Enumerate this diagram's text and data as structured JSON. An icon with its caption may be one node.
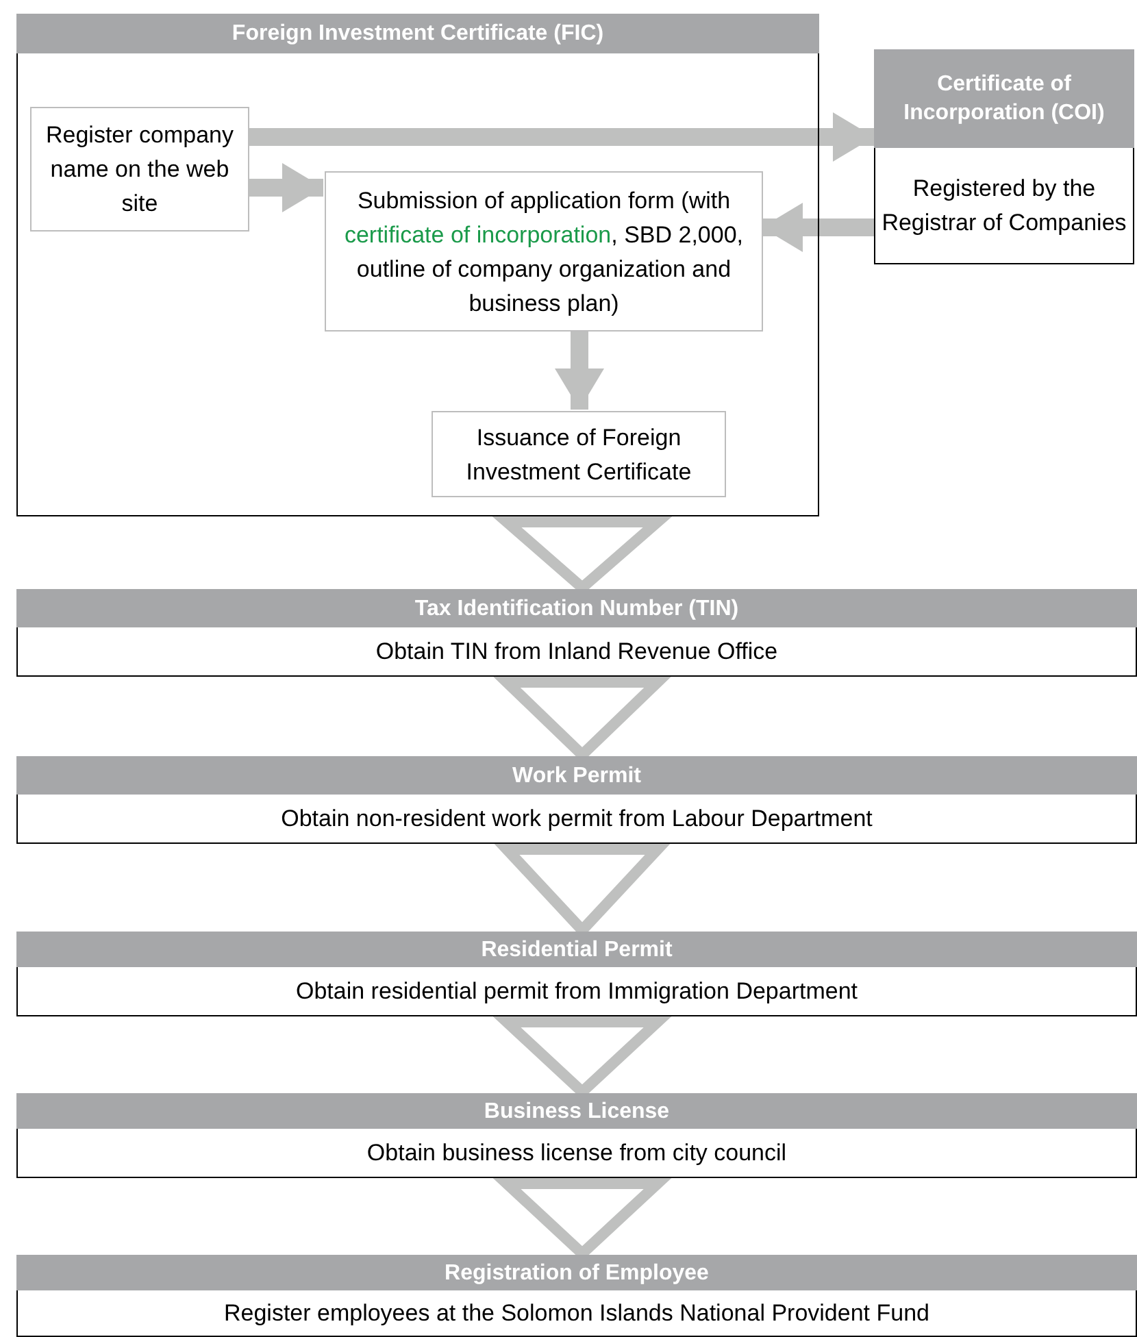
{
  "diagram": {
    "nodes": [
      {
        "text": [
          "Foreign Investment Certificate (FIC)"
        ]
      },
      {
        "text": [
          "Register company name on the web site"
        ],
        "in": 0
      },
      {
        "text": [
          "Submission of application form (with *certificate of incorporation*, SBD 2,000, outline of company organization and business plan)"
        ],
        "in": 0
      },
      {
        "text": [
          "Issuance of Foreign Investment Certificate"
        ],
        "in": 0
      },
      {
        "text": [
          "Certificate of Incorporation (COI)",
          "Registered by the Registrar of Companies"
        ]
      },
      {
        "text": [
          "Tax Identification Number (TIN)",
          "Obtain TIN from Inland Revenue Office"
        ]
      },
      {
        "text": [
          "Work Permit",
          "Obtain non-resident work permit from Labour Department"
        ]
      },
      {
        "text": [
          "Residential Permit",
          "Obtain residential permit from Immigration Department"
        ]
      },
      {
        "text": [
          "Business License",
          "Obtain business license from city council"
        ]
      },
      {
        "text": [
          "Registration of Employee",
          "Register employees at the Solomon Islands National Provident Fund"
        ]
      }
    ],
    "edges": [
      {
        "from": 1,
        "to": 4,
        "arrow": "to"
      },
      {
        "from": 1,
        "to": 2,
        "arrow": "to"
      },
      {
        "from": 4,
        "to": 2,
        "arrow": "to"
      },
      {
        "from": 2,
        "to": 3,
        "arrow": "to"
      },
      {
        "from": 0,
        "to": 5,
        "arrow": "to"
      },
      {
        "from": 5,
        "to": 6,
        "arrow": "to"
      },
      {
        "from": 6,
        "to": 7,
        "arrow": "to"
      },
      {
        "from": 7,
        "to": 8,
        "arrow": "to"
      },
      {
        "from": 8,
        "to": 9,
        "arrow": "to"
      }
    ]
  }
}
